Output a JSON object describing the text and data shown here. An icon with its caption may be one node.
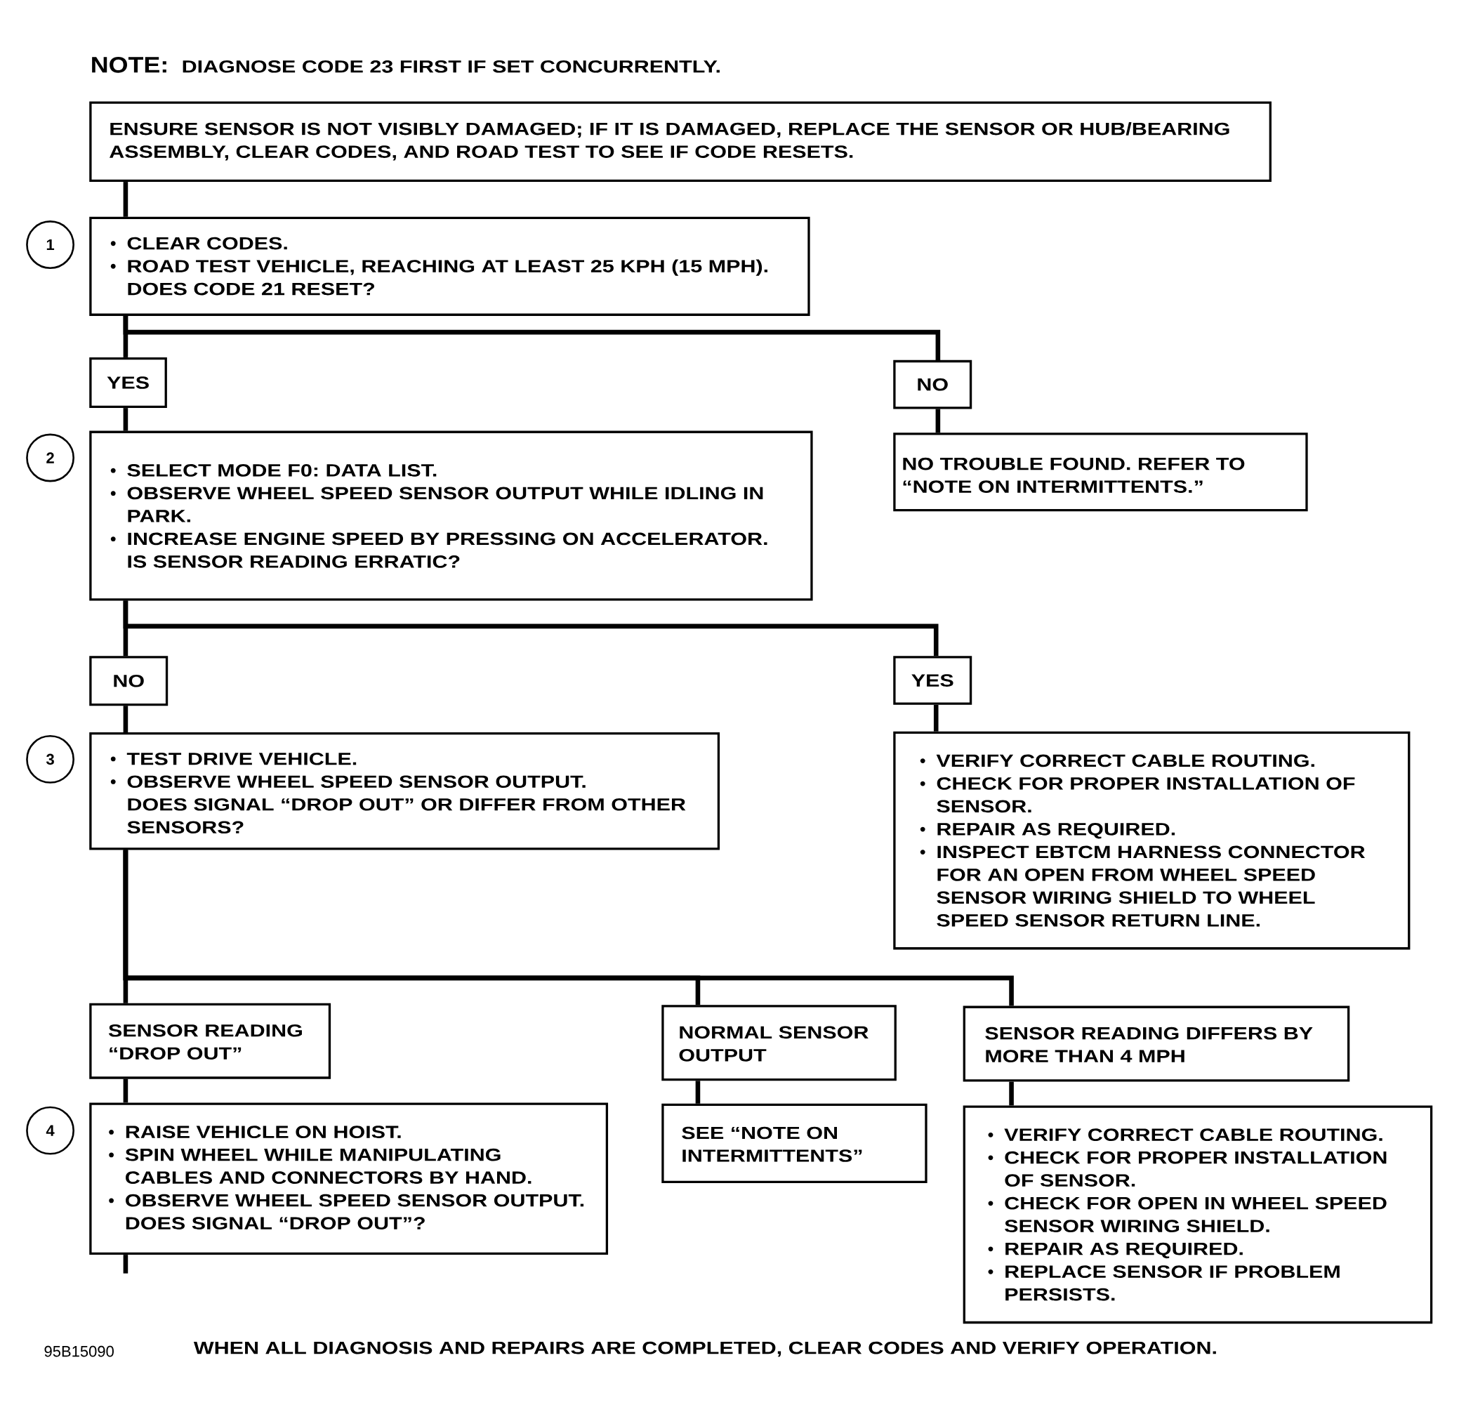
{
  "diagram": {
    "nodes": [
      {
        "text": [
          "ENSURE SENSOR IS NOT VISIBLY DAMAGED; IF IT IS DAMAGED, REPLACE THE SENSOR OR HUB/BEARING ASSEMBLY, CLEAR CODES, AND ROAD TEST TO SEE IF CODE RESETS."
        ]
      },
      {
        "text": [
          "1"
        ]
      },
      {
        "text": [
          "CLEAR CODES.",
          "ROAD TEST VEHICLE, REACHING AT LEAST 25 KPH (15 MPH).",
          "DOES CODE 21 RESET?"
        ]
      },
      {
        "text": [
          "YES"
        ]
      },
      {
        "text": [
          "NO"
        ]
      },
      {
        "text": [
          "2"
        ]
      },
      {
        "text": [
          "SELECT MODE F0: DATA LIST.",
          "OBSERVE WHEEL SPEED SENSOR OUTPUT WHILE IDLING IN PARK.",
          "INCREASE ENGINE SPEED BY PRESSING ON ACCELERATOR.",
          "IS SENSOR READING ERRATIC?"
        ]
      },
      {
        "text": [
          "NO TROUBLE FOUND. REFER TO “NOTE ON INTERMITTENTS.”"
        ]
      },
      {
        "text": [
          "NO"
        ]
      },
      {
        "text": [
          "YES"
        ]
      },
      {
        "text": [
          "3"
        ]
      },
      {
        "text": [
          "TEST DRIVE VEHICLE.",
          "OBSERVE WHEEL SPEED SENSOR OUTPUT.",
          "DOES SIGNAL “DROP OUT” OR DIFFER FROM OTHER SENSORS?"
        ]
      },
      {
        "text": [
          "VERIFY CORRECT CABLE ROUTING.",
          "CHECK FOR PROPER INSTALLATION OF SENSOR.",
          "REPAIR AS REQUIRED.",
          "INSPECT EBTCM HARNESS CONNECTOR FOR AN OPEN FROM WHEEL SPEED SENSOR WIRING SHIELD TO WHEEL SPEED SENSOR RETURN LINE."
        ]
      },
      {
        "text": [
          "SENSOR READING “DROP OUT”"
        ]
      },
      {
        "text": [
          "NORMAL SENSOR OUTPUT"
        ]
      },
      {
        "text": [
          "SENSOR READING DIFFERS BY MORE THAN 4 MPH"
        ]
      },
      {
        "text": [
          "4"
        ]
      },
      {
        "text": [
          "RAISE VEHICLE ON HOIST.",
          "SPIN WHEEL WHILE MANIPULATING CABLES AND CONNECTORS BY HAND.",
          "OBSERVE WHEEL SPEED SENSOR OUTPUT.",
          "DOES SIGNAL “DROP OUT”?"
        ]
      },
      {
        "text": [
          "SEE “NOTE ON INTERMITTENTS”"
        ]
      },
      {
        "text": [
          "VERIFY CORRECT CABLE ROUTING.",
          "CHECK FOR PROPER INSTALLATION OF SENSOR.",
          "CHECK FOR OPEN IN WHEEL SPEED SENSOR WIRING SHIELD.",
          "REPAIR AS REQUIRED.",
          "REPLACE SENSOR IF PROBLEM PERSISTS."
        ]
      }
    ],
    "edges": [
      {
        "from": 0,
        "to": 2,
        "arrow": "none"
      },
      {
        "from": 2,
        "to": 3,
        "arrow": "none"
      },
      {
        "from": 2,
        "to": 4,
        "arrow": "none"
      },
      {
        "from": 3,
        "to": 6,
        "arrow": "none"
      },
      {
        "from": 4,
        "to": 7,
        "arrow": "none"
      },
      {
        "from": 6,
        "to": 8,
        "arrow": "none"
      },
      {
        "from": 6,
        "to": 9,
        "arrow": "none"
      },
      {
        "from": 8,
        "to": 11,
        "arrow": "none"
      },
      {
        "from": 9,
        "to": 12,
        "arrow": "none"
      },
      {
        "from": 11,
        "to": 13,
        "arrow": "none"
      },
      {
        "from": 11,
        "to": 14,
        "arrow": "none"
      },
      {
        "from": 11,
        "to": 15,
        "arrow": "none"
      },
      {
        "from": 13,
        "to": 17,
        "arrow": "none"
      },
      {
        "from": 14,
        "to": 18,
        "arrow": "none"
      },
      {
        "from": 15,
        "to": 19,
        "arrow": "none"
      },
      {
        "from": 17,
        "to": null,
        "arrow": "none"
      }
    ],
    "labels": [
      "NOTE:",
      "DIAGNOSE CODE 23 FIRST IF SET CONCURRENTLY.",
      "95B15090",
      "WHEN ALL DIAGNOSIS AND REPAIRS ARE COMPLETED, CLEAR CODES AND VERIFY OPERATION."
    ]
  }
}
